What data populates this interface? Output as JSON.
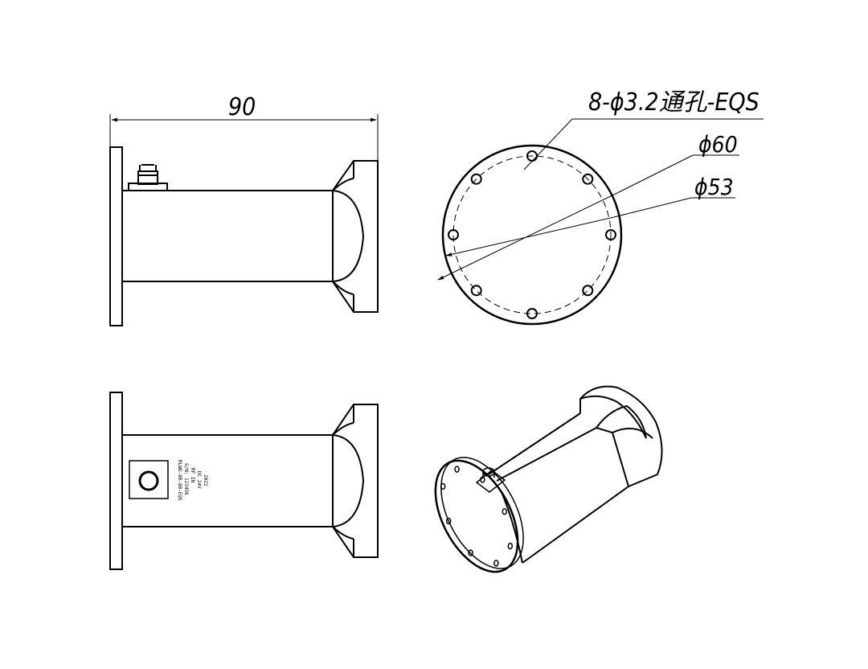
{
  "annotations": {
    "overall_length": "90",
    "hole_callout": "8-ϕ3.2通孔-EQS",
    "bolt_circle_diameter": "ϕ60",
    "inner_diameter": "ϕ53"
  },
  "nameplate": {
    "lines": [
      "RLWG-8R-80-EQS",
      "S/N: 123456",
      "RF IN",
      "DC 24V",
      "2022"
    ]
  },
  "colors": {
    "line": "#000000",
    "background": "#ffffff"
  }
}
